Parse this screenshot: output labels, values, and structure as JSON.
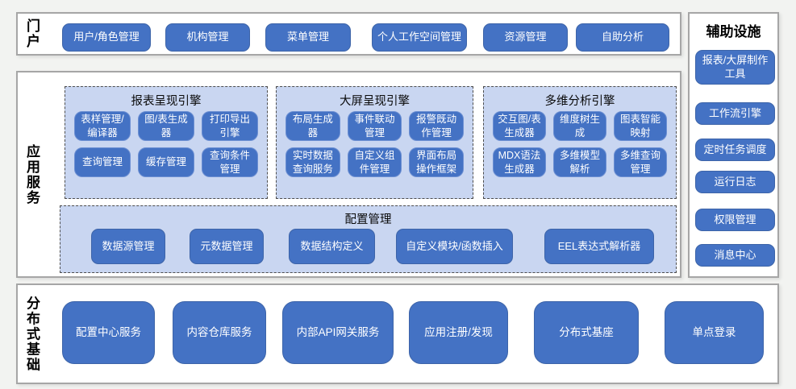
{
  "colors": {
    "node_fill": "#4472c4",
    "node_text": "#ffffff",
    "panel_fill": "#c9d6f1",
    "box_border": "#a6a6a6",
    "background": "#f2f3f1"
  },
  "portal": {
    "label": "门户",
    "items": [
      "用户/角色管理",
      "机构管理",
      "菜单管理",
      "个人工作空间管理",
      "资源管理",
      "自助分析"
    ]
  },
  "app_services": {
    "label": "应用服务",
    "engines": [
      {
        "title": "报表呈现引擎",
        "items": [
          "表样管理/编译器",
          "图/表生成器",
          "打印导出引擎",
          "查询管理",
          "缓存管理",
          "查询条件管理"
        ]
      },
      {
        "title": "大屏呈现引擎",
        "items": [
          "布局生成器",
          "事件联动管理",
          "报警既动作管理",
          "实时数据查询服务",
          "自定义组件管理",
          "界面布局操作框架"
        ]
      },
      {
        "title": "多维分析引擎",
        "items": [
          "交互图/表生成器",
          "维度树生成",
          "图表智能映射",
          "MDX语法生成器",
          "多维模型解析",
          "多维查询管理"
        ]
      }
    ],
    "config": {
      "title": "配置管理",
      "items": [
        "数据源管理",
        "元数据管理",
        "数据结构定义",
        "自定义模块/函数插入",
        "EEL表达式解析器"
      ]
    }
  },
  "distributed": {
    "label": "分布式基础",
    "items": [
      "配置中心服务",
      "内容仓库服务",
      "内部API网关服务",
      "应用注册/发现",
      "分布式基座",
      "单点登录"
    ]
  },
  "auxiliary": {
    "label": "辅助设施",
    "items": [
      "报表/大屏制作工具",
      "工作流引擎",
      "定时任务调度",
      "运行日志",
      "权限管理",
      "消息中心"
    ]
  }
}
